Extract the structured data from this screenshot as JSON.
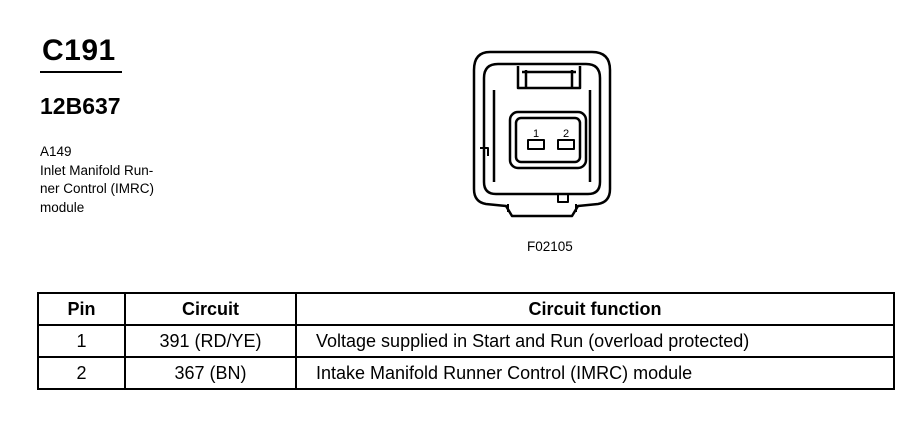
{
  "header": {
    "connector_id": "C191",
    "part_number": "12B637",
    "description_lines": [
      "A149",
      "Inlet Manifold Run-",
      "ner Control (IMRC)",
      "module"
    ]
  },
  "figure": {
    "pin_labels": [
      "1",
      "2"
    ],
    "label": "F02105"
  },
  "table": {
    "headers": [
      "Pin",
      "Circuit",
      "Circuit function"
    ],
    "rows": [
      {
        "pin": "1",
        "circuit": "391 (RD/YE)",
        "function": "Voltage supplied in Start and Run (overload protected)"
      },
      {
        "pin": "2",
        "circuit": "367 (BN)",
        "function": "Intake Manifold Runner Control (IMRC) module"
      }
    ]
  }
}
